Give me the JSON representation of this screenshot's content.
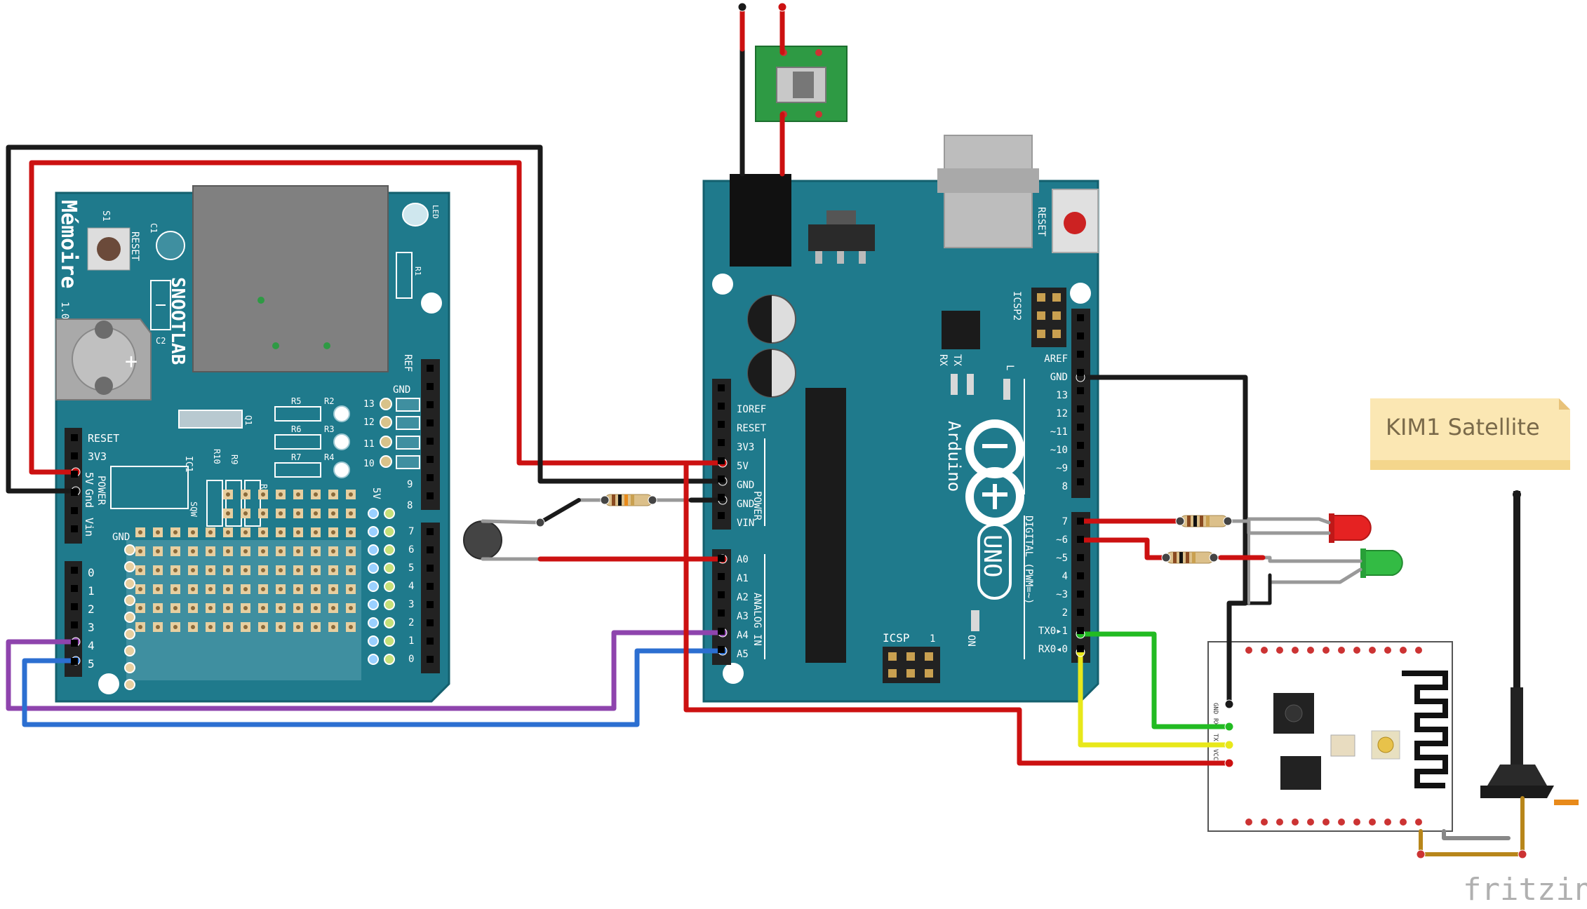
{
  "colors": {
    "board": "#1f7a8c",
    "board_dark": "#14606e",
    "wire_red": "#cc1111",
    "wire_black": "#1a1a1a",
    "wire_purple": "#8e44ad",
    "wire_blue": "#2c6fd1",
    "wire_green": "#22bb22",
    "wire_yellow": "#e8e81a",
    "wire_gray": "#999999",
    "note_bg": "#fbe7b3"
  },
  "shield": {
    "brand": "Mémoire",
    "version": "1.0",
    "maker": "SNOOTLAB",
    "reset_button_label": "RESET",
    "s1": "S1",
    "c1": "C1",
    "c2": "C2",
    "led_label": "LED",
    "r1": "R1",
    "ref": "REF",
    "gnd": "GND",
    "r5": "R5",
    "r6": "R6",
    "r7": "R7",
    "r2": "R2",
    "r3": "R3",
    "r4": "R4",
    "r8": "R8",
    "r9": "R9",
    "r10": "R10",
    "q1": "Q1",
    "ic1": "IC1",
    "sqw": "SQW",
    "fiveV": "5V",
    "power_pins": [
      "RESET",
      "3V3",
      "5V",
      "Gnd",
      "Vin"
    ],
    "power_word": "POWER",
    "analog_pins": [
      "0",
      "1",
      "2",
      "3",
      "4",
      "5"
    ],
    "right_top_pins": [
      "13",
      "12",
      "11",
      "10",
      "9",
      "8"
    ],
    "right_bottom_pins": [
      "7",
      "6",
      "5",
      "4",
      "3",
      "2",
      "1",
      "0"
    ],
    "proto_gnd": "GND"
  },
  "arduino": {
    "name": "Arduino",
    "model": "UNO",
    "reset": "RESET",
    "icsp2": "ICSP2",
    "icsp": "ICSP",
    "icsp_pin1": "1",
    "tx": "TX",
    "rx": "RX",
    "l": "L",
    "on": "ON",
    "power_header": [
      "IOREF",
      "RESET",
      "3V3",
      "5V",
      "GND",
      "GND",
      "VIN"
    ],
    "power_word": "POWER",
    "analog_header": [
      "A0",
      "A1",
      "A2",
      "A3",
      "A4",
      "A5"
    ],
    "analog_word": "ANALOG IN",
    "digital_top": [
      "AREF",
      "GND",
      "13",
      "12",
      "~11",
      "~10",
      "~9",
      "8"
    ],
    "digital_bottom": [
      "7",
      "~6",
      "~5",
      "4",
      "~3",
      "2",
      "TX0▸1",
      "RX0◂0"
    ],
    "digital_word": "DIGITAL (PWM=~)"
  },
  "module": {
    "pins": [
      "GND",
      "RX",
      "TX",
      "VCC"
    ]
  },
  "note": {
    "text": "KIM1 Satellite"
  },
  "watermark": "fritzing"
}
